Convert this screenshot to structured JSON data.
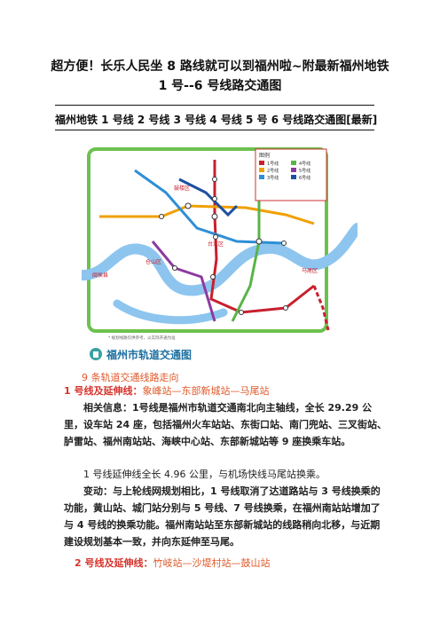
{
  "title": {
    "line1": "超方便！长乐人民坐 8 路线就可以到福州啦~附最新福州地铁",
    "line2": "1 号--6 号线路交通图"
  },
  "subhead": "福州地铁 1 号线 2 号线 3 号线 4 号线 5 号 6 号线路交通图[最新]",
  "map": {
    "legend_title": "图例",
    "legend_items": [
      "1号线",
      "2号线",
      "3号线",
      "4号线",
      "5号线",
      "6号线"
    ],
    "district_labels": [
      "鼓楼区",
      "台江区",
      "仓山区",
      "马尾区",
      "闽侯县"
    ],
    "logo_text": "福州市轨道交通图",
    "footnote": "* 规划线路仅供参考，以实际开通为准",
    "colors": {
      "line1": "#c8202e",
      "line2": "#f0a000",
      "line3": "#2e8fd6",
      "line4": "#58b447",
      "line5": "#8c3aa0",
      "line6": "#1d4fa0",
      "river": "#8dc5ef",
      "ring": "#6cc14f"
    }
  },
  "section_head": "9 条轨道交通线路走向",
  "line1": {
    "heading_label": "1 号线及延伸线：",
    "heading_route": "象峰站—东部新城站—马尾站",
    "info_label": "相关信息：",
    "info_text": "1号线是福州市轨道交通南北向主轴线，全长 29.29 公里，设车站 24 座，包括福州火车站站、东街口站、南门兜站、三叉街站、胪雷站、福州南站站、海峡中心站、东部新城站等 9 座换乘车站。",
    "extension": "1 号线延伸线全长 4.96 公里，与机场快线马尾站换乘。",
    "change_label": "变动：",
    "change_text": "与上轮线网规划相比，1 号线取消了达道路站与 3 号线换乘的功能，黄山站、城门站分别与 5 号线、7 号线换乘，在福州南站站增加了与 4 号线的换乘功能。福州南站站至东部新城站的线路稍向北移，与近期建设规划基本一致，并向东延伸至马尾。"
  },
  "line2": {
    "heading_label": "2 号线及延伸线：",
    "heading_route": "竹岐站—沙堤村站—鼓山站"
  }
}
